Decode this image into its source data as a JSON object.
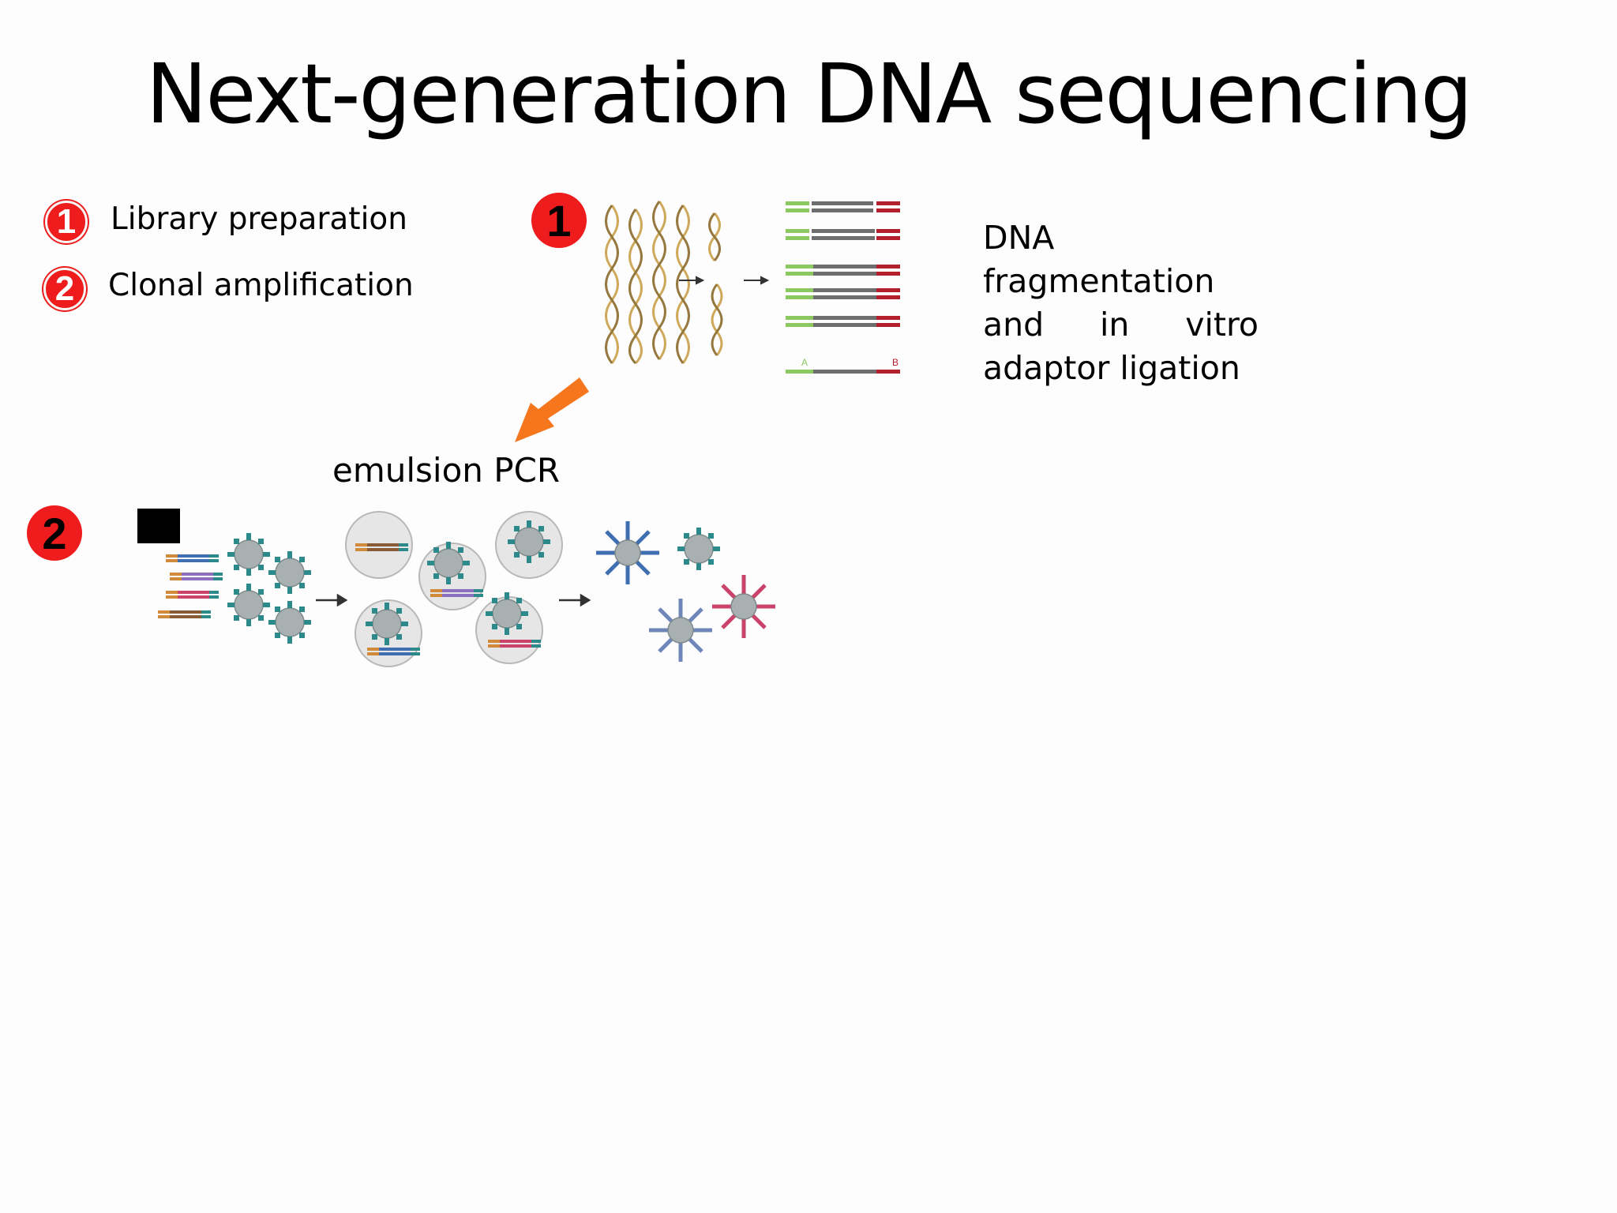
{
  "title": "Next-generation DNA sequencing",
  "legend": [
    {
      "number": "1",
      "label": "Library preparation"
    },
    {
      "number": "2",
      "label": "Clonal amplification"
    }
  ],
  "step1": {
    "number": "1",
    "caption_lines": [
      "DNA",
      "fragmentation"
    ],
    "caption_justified": [
      "and",
      "in",
      "vitro"
    ],
    "caption_last": "adaptor ligation",
    "adaptor_a": "A",
    "adaptor_b": "B"
  },
  "step2": {
    "number": "2",
    "label": "emulsion PCR"
  },
  "colors": {
    "badge_red": "#ee1c1c",
    "arrow_orange": "#f5761c",
    "adaptor_green": "#8cc860",
    "adaptor_red": "#b3202c",
    "fragment_gray": "#6e6e6e",
    "dna_gold": "#c9a14a",
    "bead_gray": "#a9b0b1",
    "bead_teal": "#2c8a8a"
  }
}
